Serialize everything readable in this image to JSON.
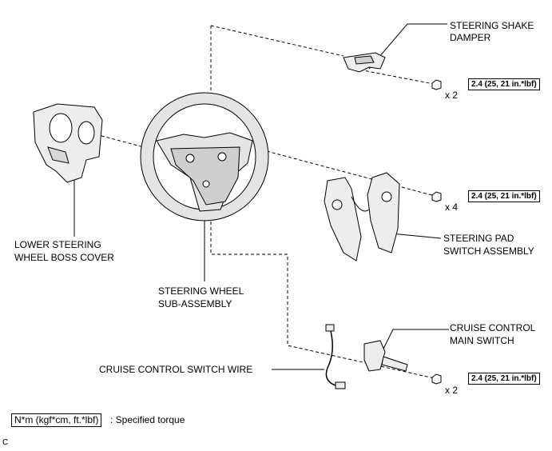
{
  "labels": {
    "shake_damper_l1": "STEERING SHAKE",
    "shake_damper_l2": "DAMPER",
    "lower_cover_l1": "LOWER STEERING",
    "lower_cover_l2": "WHEEL BOSS COVER",
    "wheel_l1": "STEERING WHEEL",
    "wheel_l2": "SUB-ASSEMBLY",
    "pad_switch_l1": "STEERING PAD",
    "pad_switch_l2": "SWITCH ASSEMBLY",
    "cruise_main_l1": "CRUISE CONTROL",
    "cruise_main_l2": "MAIN SWITCH",
    "cruise_wire": "CRUISE CONTROL SWITCH WIRE"
  },
  "torques": [
    {
      "value": "2.4 (25, 21 in.*lbf)",
      "qty": "x 2"
    },
    {
      "value": "2.4 (25, 21 in.*lbf)",
      "qty": "x 4"
    },
    {
      "value": "2.4 (25, 21 in.*lbf)",
      "qty": "x 2"
    }
  ],
  "legend": {
    "unit": "N*m (kgf*cm, ft.*lbf)",
    "text": ": Specified torque"
  },
  "figure_code": "C",
  "colors": {
    "ink": "#000000",
    "wheel_fill": "#e4e4e4",
    "part_fill": "#ededed"
  }
}
